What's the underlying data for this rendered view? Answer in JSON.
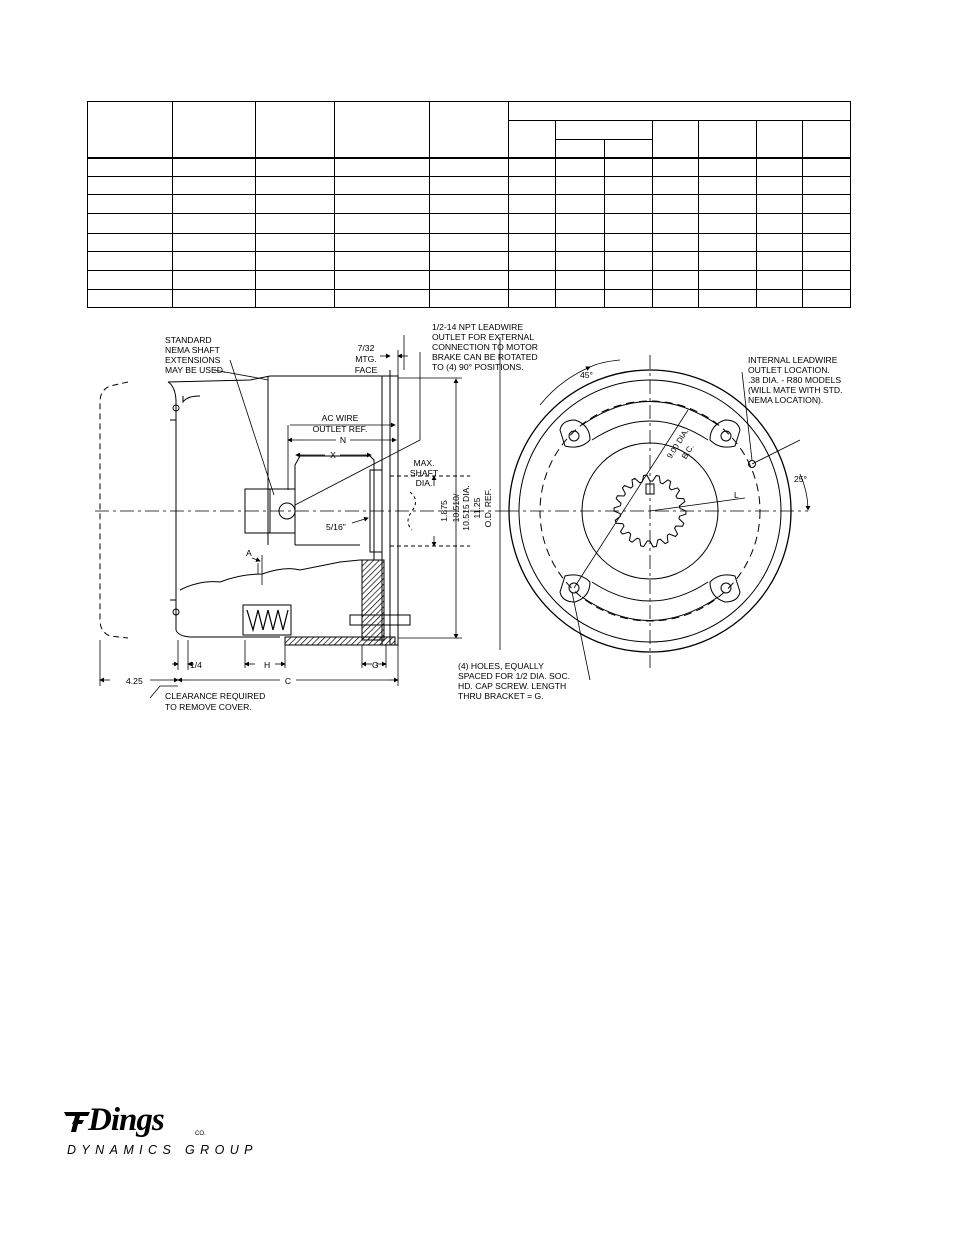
{
  "drawing": {
    "labels": {
      "nema": [
        "STANDARD",
        "NEMA SHAFT",
        "EXTENSIONS",
        "MAY BE USED."
      ],
      "mtg_face": [
        "7/32",
        "MTG.",
        "FACE"
      ],
      "npt": [
        "1/2-14 NPT LEADWIRE",
        "OUTLET FOR EXTERNAL",
        "CONNECTION TO MOTOR",
        "BRAKE CAN BE ROTATED",
        "TO (4) 90° POSITIONS."
      ],
      "ac_wire": [
        "AC WIRE",
        "OUTLET REF."
      ],
      "dim_n": "N",
      "dim_x": "X",
      "max_shaft": [
        "MAX.",
        "SHAFT",
        "DIA."
      ],
      "dia_1875": "1.875",
      "dia_10510": "10.510/",
      "dia_10515": "10.515 DIA.",
      "od_1125": "11.25",
      "od_ref": "O.D. REF.",
      "key_516": "5/16\"",
      "dim_a": "A",
      "dim_h": "H",
      "dim_c": "C",
      "dim_g": "G",
      "dim_14": "1/4",
      "dim_425": "4.25",
      "clearance": [
        "CLEARANCE REQUIRED",
        "TO REMOVE COVER."
      ],
      "holes": [
        "(4) HOLES, EQUALLY",
        "SPACED FOR 1/2 DIA. SOC.",
        "HD. CAP SCREW. LENGTH",
        "THRU BRACKET = G."
      ],
      "angle_45": "45°",
      "angle_25": "25°",
      "bc_900": "9.00 DIA.",
      "bc_label": "B.C.",
      "dim_l": "L",
      "internal": [
        "INTERNAL LEADWIRE",
        "OUTLET LOCATION.",
        ".38 DIA. - R80 MODELS",
        "(WILL MATE WITH STD.",
        "NEMA LOCATION)."
      ]
    }
  },
  "logo": {
    "word": "Dings",
    "co": "CO.",
    "subtitle": "DYNAMICS GROUP"
  }
}
